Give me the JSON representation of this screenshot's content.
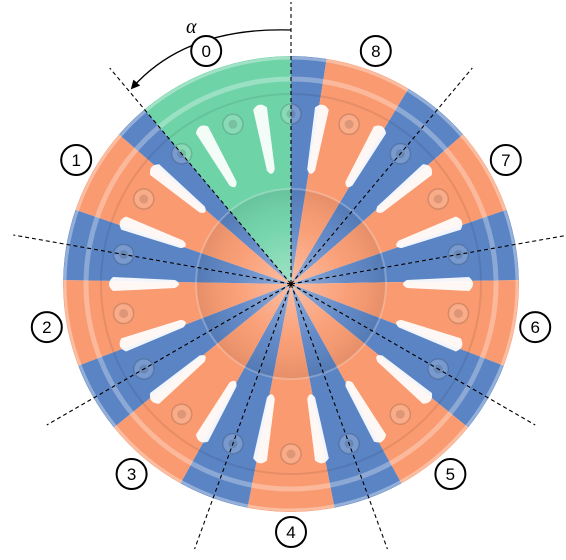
{
  "diagram": {
    "angle_symbol": "α",
    "segments": [
      {
        "label": "0",
        "color": "#6fd3a8"
      },
      {
        "label": "1",
        "color": "#5b84c4"
      },
      {
        "label": "2",
        "color": "#5b84c4"
      },
      {
        "label": "3",
        "color": "#5b84c4"
      },
      {
        "label": "4",
        "color": "#5b84c4"
      },
      {
        "label": "5",
        "color": "#5b84c4"
      },
      {
        "label": "6",
        "color": "#5b84c4"
      },
      {
        "label": "7",
        "color": "#5b84c4"
      },
      {
        "label": "8",
        "color": "#5b84c4"
      }
    ],
    "colors": {
      "green": "#6fd3a8",
      "orange": "#f99a70",
      "blue": "#5b84c4",
      "dashed_line": "#000000",
      "label_border": "#000000",
      "label_fill": "#ffffff"
    }
  }
}
